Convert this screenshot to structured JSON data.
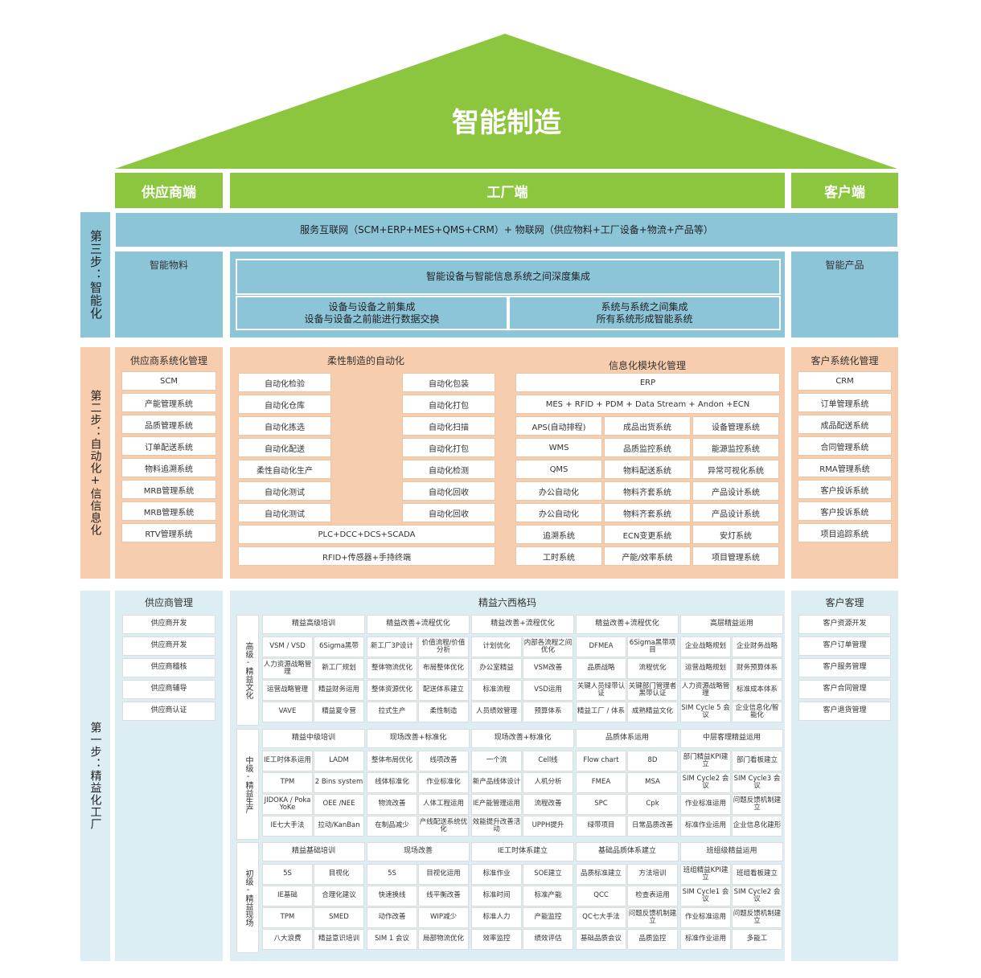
{
  "title": "智能制造",
  "headers": {
    "supplier": "供应商端",
    "factory": "工厂端",
    "customer": "客户端"
  },
  "colors": {
    "green": "#8cc63f",
    "blue": "#8cc4d8",
    "orange": "#f8cdad",
    "lightblue": "#dcedf3"
  },
  "step3": {
    "label": "第三步：智能化",
    "top_bar": "服务互联网（SCM+ERP+MES+QMS+CRM）+ 物联网（供应物料+工厂设备+物流+产品等）",
    "supplier": "智能物料",
    "customer": "智能产品",
    "integration_title": "智能设备与智能信息系统之间深度集成",
    "left_box": [
      "设备与设备之前集成",
      "设备与设备之前能进行数据交换"
    ],
    "right_box": [
      "系统与系统之间集成",
      "所有系统形成智能系统"
    ]
  },
  "step2": {
    "label": "第二步：自动化+信信息化",
    "supplier_title": "供应商系统化管理",
    "supplier_items": [
      "SCM",
      "产能管理系统",
      "品质管理系统",
      "订单配送系统",
      "物料追溯系统",
      "MRB管理系统",
      "MRB管理系统",
      "RTV管理系统"
    ],
    "auto_title": "柔性制造的自动化",
    "auto_left": [
      "自动化检验",
      "自动化仓库",
      "自动化拣选",
      "自动化配送",
      "柔性自动化生产",
      "自动化测试",
      "自动化测试"
    ],
    "auto_right": [
      "自动化包装",
      "自动化打包",
      "自动化扫描",
      "自动化打包",
      "自动化检测",
      "自动化回收",
      "自动化回收"
    ],
    "auto_bottom": [
      "PLC+DCC+DCS+SCADA",
      "RFID+传感器+手持终端"
    ],
    "info_title": "信息化模块化管理",
    "info_top": [
      "ERP",
      "MES + RFID + PDM + Data Stream + Andon +ECN"
    ],
    "info_grid": [
      [
        "APS(自动排程)",
        "成品出货系统",
        "设备管理系统"
      ],
      [
        "WMS",
        "品质监控系统",
        "能源监控系统"
      ],
      [
        "QMS",
        "物料配送系统",
        "异常可视化系统"
      ],
      [
        "办公自动化",
        "物料齐套系统",
        "产品设计系统"
      ],
      [
        "办公自动化",
        "物料齐套系统",
        "产品设计系统"
      ],
      [
        "追溯系统",
        "ECN变更系统",
        "安灯系统"
      ],
      [
        "工时系统",
        "产能/效率系统",
        "项目管理系统"
      ]
    ],
    "customer_title": "客户系统化管理",
    "customer_items": [
      "CRM",
      "订单管理系统",
      "成品配送系统",
      "合同管理系统",
      "RMA管理系统",
      "客户投诉系统",
      "客户投诉系统",
      "项目追踪系统"
    ]
  },
  "step1": {
    "label": "第一步：精益化工厂",
    "supplier_title": "供应商管理",
    "supplier_items": [
      "供应商开发",
      "供应商开发",
      "供应商稽核",
      "供应商辅导",
      "供应商认证"
    ],
    "lean_title": "精益六西格玛",
    "customer_title": "客户客理",
    "customer_items": [
      "客户资源开发",
      "客户订单管理",
      "客户服务管理",
      "客户合同管理",
      "客户退货管理"
    ],
    "levels": [
      {
        "label": "高级-精益文化",
        "groups": [
          {
            "title": "精益高级培训",
            "cells": [
              [
                "VSM / VSD",
                "6Sigma黑带"
              ],
              [
                "人力资源战略管理",
                "新工厂规划"
              ],
              [
                "运营战略管理",
                "精益财务运用"
              ],
              [
                "VAVE",
                "精益夏令营"
              ]
            ]
          },
          {
            "title": "精益改善+流程优化",
            "cells": [
              [
                "新工厂3P设计",
                "价值流程/价值分析"
              ],
              [
                "整体物流优化",
                "布局整体优化"
              ],
              [
                "整体资源优化",
                "配送体系建立"
              ],
              [
                "拉式生产",
                "柔性制造"
              ]
            ]
          },
          {
            "title": "精益改善+流程优化",
            "cells": [
              [
                "计划优化",
                "内部各流程之间优化"
              ],
              [
                "办公室精益",
                "VSM改善"
              ],
              [
                "标准流程",
                "VSD运用"
              ],
              [
                "人员绩效管理",
                "预算体系"
              ]
            ]
          },
          {
            "title": "精益改善+流程优化",
            "cells": [
              [
                "DFMEA",
                "6Sigma黑带项目"
              ],
              [
                "品质战略",
                "流程优化"
              ],
              [
                "关键人员绿带认证",
                "关键部门管理者黑带认证"
              ],
              [
                "精益工厂 / 体系",
                "成熟精益文化"
              ]
            ]
          },
          {
            "title": "高层精益运用",
            "cells": [
              [
                "企业战略规划",
                "企业财务战略"
              ],
              [
                "运营战略规划",
                "财务预算体系"
              ],
              [
                "人力资源战略管理",
                "标准成本体系"
              ],
              [
                "SIM Cycle 5 会议",
                "企业信息化/智能化"
              ]
            ]
          }
        ]
      },
      {
        "label": "中级-精益生产",
        "groups": [
          {
            "title": "精益中级培训",
            "cells": [
              [
                "IE工时体系运用",
                "LADM"
              ],
              [
                "TPM",
                "2 Bins system"
              ],
              [
                "JIDOKA / Poka YoKe",
                "OEE /NEE"
              ],
              [
                "IE七大手法",
                "拉动/KanBan"
              ]
            ]
          },
          {
            "title": "现场改善+标准化",
            "cells": [
              [
                "整体布局优化",
                "线项改善"
              ],
              [
                "线体标准化",
                "作业标准化"
              ],
              [
                "物流改善",
                "人体工程运用"
              ],
              [
                "在制品减少",
                "产线配送系统优化"
              ]
            ]
          },
          {
            "title": "现场改善+标准化",
            "cells": [
              [
                "一个流",
                "Cell线"
              ],
              [
                "新产品线体设计",
                "人机分析"
              ],
              [
                "IE产能管理运用",
                "流程改善"
              ],
              [
                "效能提升改善活动",
                "UPPH提升"
              ]
            ]
          },
          {
            "title": "品质体系运用",
            "cells": [
              [
                "Flow chart",
                "8D"
              ],
              [
                "FMEA",
                "MSA"
              ],
              [
                "SPC",
                "Cpk"
              ],
              [
                "绿带项目",
                "日常品质改善"
              ]
            ]
          },
          {
            "title": "中层客理精益运用",
            "cells": [
              [
                "部门精益KPI建立",
                "部门看板建立"
              ],
              [
                "SIM Cycle2 会议",
                "SIM Cycle3 会议"
              ],
              [
                "作业标准运用",
                "问题反馈机制建立"
              ],
              [
                "标准作业运用",
                "企业信息化建形"
              ]
            ]
          }
        ]
      },
      {
        "label": "初级-精益现场",
        "groups": [
          {
            "title": "精益基础培训",
            "cells": [
              [
                "5S",
                "目视化"
              ],
              [
                "IE基础",
                "合理化建议"
              ],
              [
                "TPM",
                "SMED"
              ],
              [
                "八大浪费",
                "精益意识培训"
              ]
            ]
          },
          {
            "title": "现场改善",
            "cells": [
              [
                "5S",
                "目视化运用"
              ],
              [
                "快速换线",
                "线平衡改善"
              ],
              [
                "动作改善",
                "WIP减少"
              ],
              [
                "SIM 1 会议",
                "局部物流优化"
              ]
            ]
          },
          {
            "title": "IE工时体系建立",
            "cells": [
              [
                "标准作业",
                "SOE建立"
              ],
              [
                "标准时间",
                "标准产能"
              ],
              [
                "标准人力",
                "产能监控"
              ],
              [
                "效率监控",
                "绩效评估"
              ]
            ]
          },
          {
            "title": "基础品质体系建立",
            "cells": [
              [
                "品质标准建立",
                "方法培训"
              ],
              [
                "QCC",
                "检查表运用"
              ],
              [
                "QC七大手法",
                "问题反馈机制建立"
              ],
              [
                "基础品质会议",
                "品质监控"
              ]
            ]
          },
          {
            "title": "班组级精益运用",
            "cells": [
              [
                "班组精益KPI建立",
                "班组看板建立"
              ],
              [
                "SIM Cycle1 会议",
                "SIM Cycle2 会议"
              ],
              [
                "作业标准运用",
                "问题反馈机制建立"
              ],
              [
                "标准作业运用",
                "多能工"
              ]
            ]
          }
        ]
      }
    ]
  }
}
